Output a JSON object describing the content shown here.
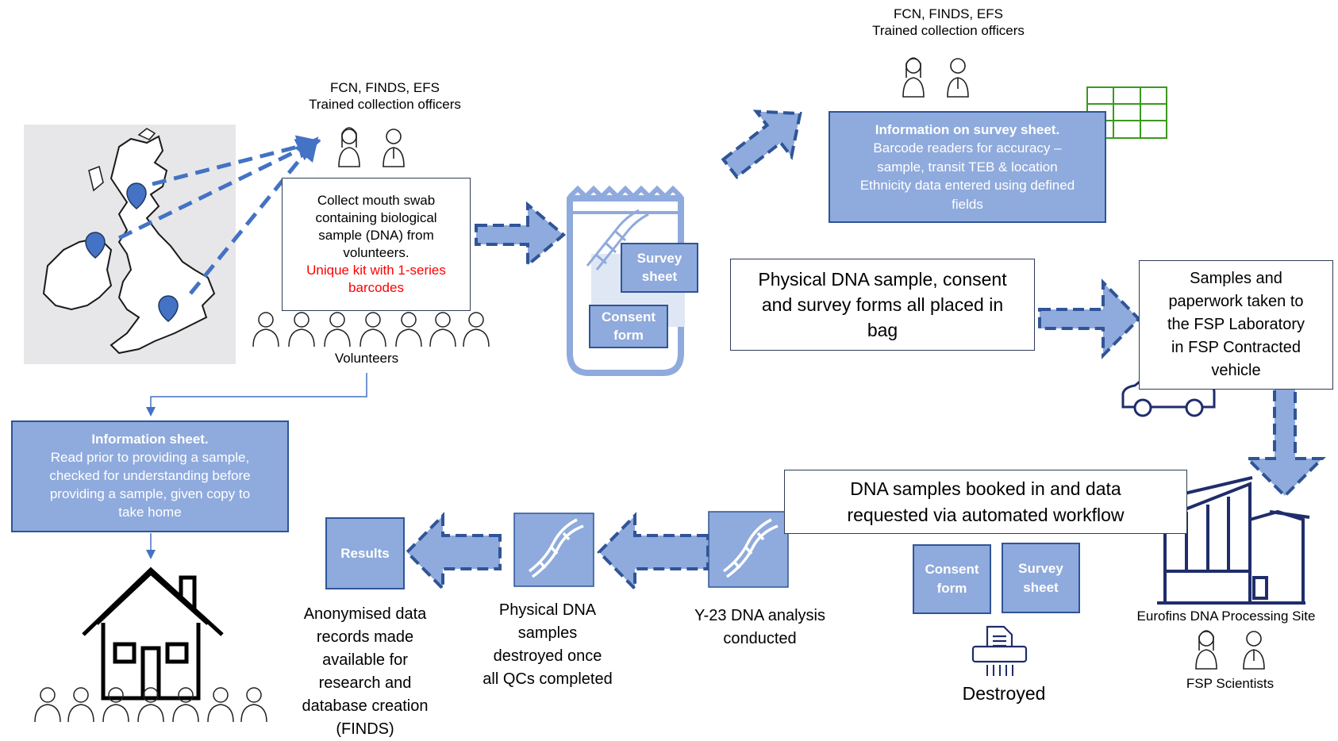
{
  "map": {
    "icon": "uk-map-with-location-pins"
  },
  "collection_top": {
    "org": "FCN, FINDS, EFS",
    "officers": "Trained collection officers"
  },
  "collection_left": {
    "org": "FCN, FINDS, EFS",
    "officers": "Trained collection officers"
  },
  "collect_box": {
    "lines": [
      "Collect mouth swab",
      "containing biological",
      "sample (DNA) from",
      "volunteers."
    ],
    "red_lines": [
      "Unique kit with 1-series",
      "barcodes"
    ]
  },
  "volunteers_label": "Volunteers",
  "info_sheet": {
    "title": "Information sheet.",
    "body": [
      "Read prior to providing a sample,",
      "checked for understanding before",
      "providing a sample, given copy to",
      "take home"
    ]
  },
  "bag": {
    "survey": [
      "Survey",
      "sheet"
    ],
    "consent": [
      "Consent",
      "form"
    ]
  },
  "survey_info": {
    "title": "Information on survey sheet.",
    "body": [
      "Barcode readers for accuracy –",
      "sample, transit TEB & location",
      "Ethnicity data entered using defined",
      "fields"
    ]
  },
  "physical_box": [
    "Physical DNA sample, consent",
    "and survey forms all placed in",
    "bag"
  ],
  "transport_box": [
    "Samples and",
    "paperwork taken to",
    "the FSP  Laboratory",
    "in FSP Contracted",
    "vehicle"
  ],
  "booked_box": [
    "DNA samples booked in and data",
    "requested via automated workflow"
  ],
  "eurofins": {
    "site": "Eurofins DNA Processing Site",
    "scientists": "FSP Scientists"
  },
  "destroyed_forms": {
    "consent": [
      "Consent",
      "form"
    ],
    "survey": [
      "Survey",
      "sheet"
    ],
    "label": "Destroyed"
  },
  "analysis": [
    "Y-23 DNA analysis",
    "conducted"
  ],
  "destroyed_samples": [
    "Physical DNA",
    "samples",
    "destroyed once",
    "all QCs completed"
  ],
  "results": {
    "box": "Results",
    "caption": [
      "Anonymised data",
      "records made",
      "available for",
      "research and",
      "database creation",
      "(FINDS)"
    ]
  },
  "colors": {
    "accent": "#8faadc",
    "accent_border": "#2f5597",
    "dark_navy": "#1f2d6b",
    "grid_green": "#3a9a1e",
    "red": "#ff0000"
  }
}
